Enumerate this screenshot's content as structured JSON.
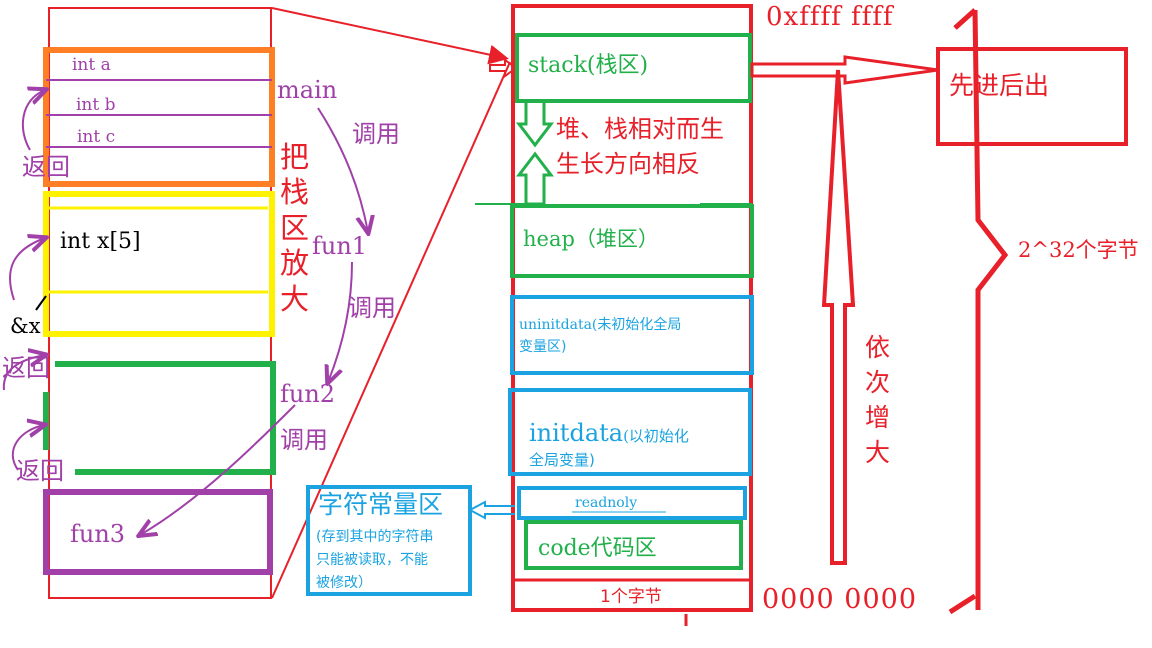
{
  "colors": {
    "red": "#e8202a",
    "green": "#22b04a",
    "blue": "#1aa3e0",
    "purple": "#a040a8",
    "orange": "#ff7f27",
    "yellow": "#fff200",
    "black": "#000000"
  },
  "left_stack": {
    "main_vars": [
      "int a",
      "int b",
      "int c"
    ],
    "fun1_var": "int x[5]",
    "address_label": "&x",
    "fun3_label": "fun3"
  },
  "calls": {
    "main": "main",
    "fun1": "fun1",
    "fun2": "fun2",
    "call_label": "调用",
    "return_label": "返回",
    "zoom_label": "把栈区放大"
  },
  "memory": {
    "top_address": "0xffff ffff",
    "bottom_address": "0000 0000",
    "stack": "stack(栈区)",
    "heap": "heap（堆区）",
    "uninitdata": "uninitdata(未初始化全局变量区)",
    "uninitdata_line1": "uninitdata(未初始化全局",
    "uninitdata_line2": "变量区)",
    "initdata_main": "initdata",
    "initdata_sub": "(以初始化",
    "initdata_line2": "全局变量)",
    "readonly": "readnoly",
    "code": "code代码区",
    "one_byte": "1个字节",
    "heap_stack_note_line1": "堆、栈相对而生",
    "heap_stack_note_line2": "生长方向相反",
    "lifo": "先进后出",
    "increasing_label": "依次增大",
    "total_size": "2^32个字节"
  },
  "string_const": {
    "title": "字符常量区",
    "note_line1": "(存到其中的字符串",
    "note_line2": "只能被读取，不能",
    "note_line3": "被修改）"
  }
}
